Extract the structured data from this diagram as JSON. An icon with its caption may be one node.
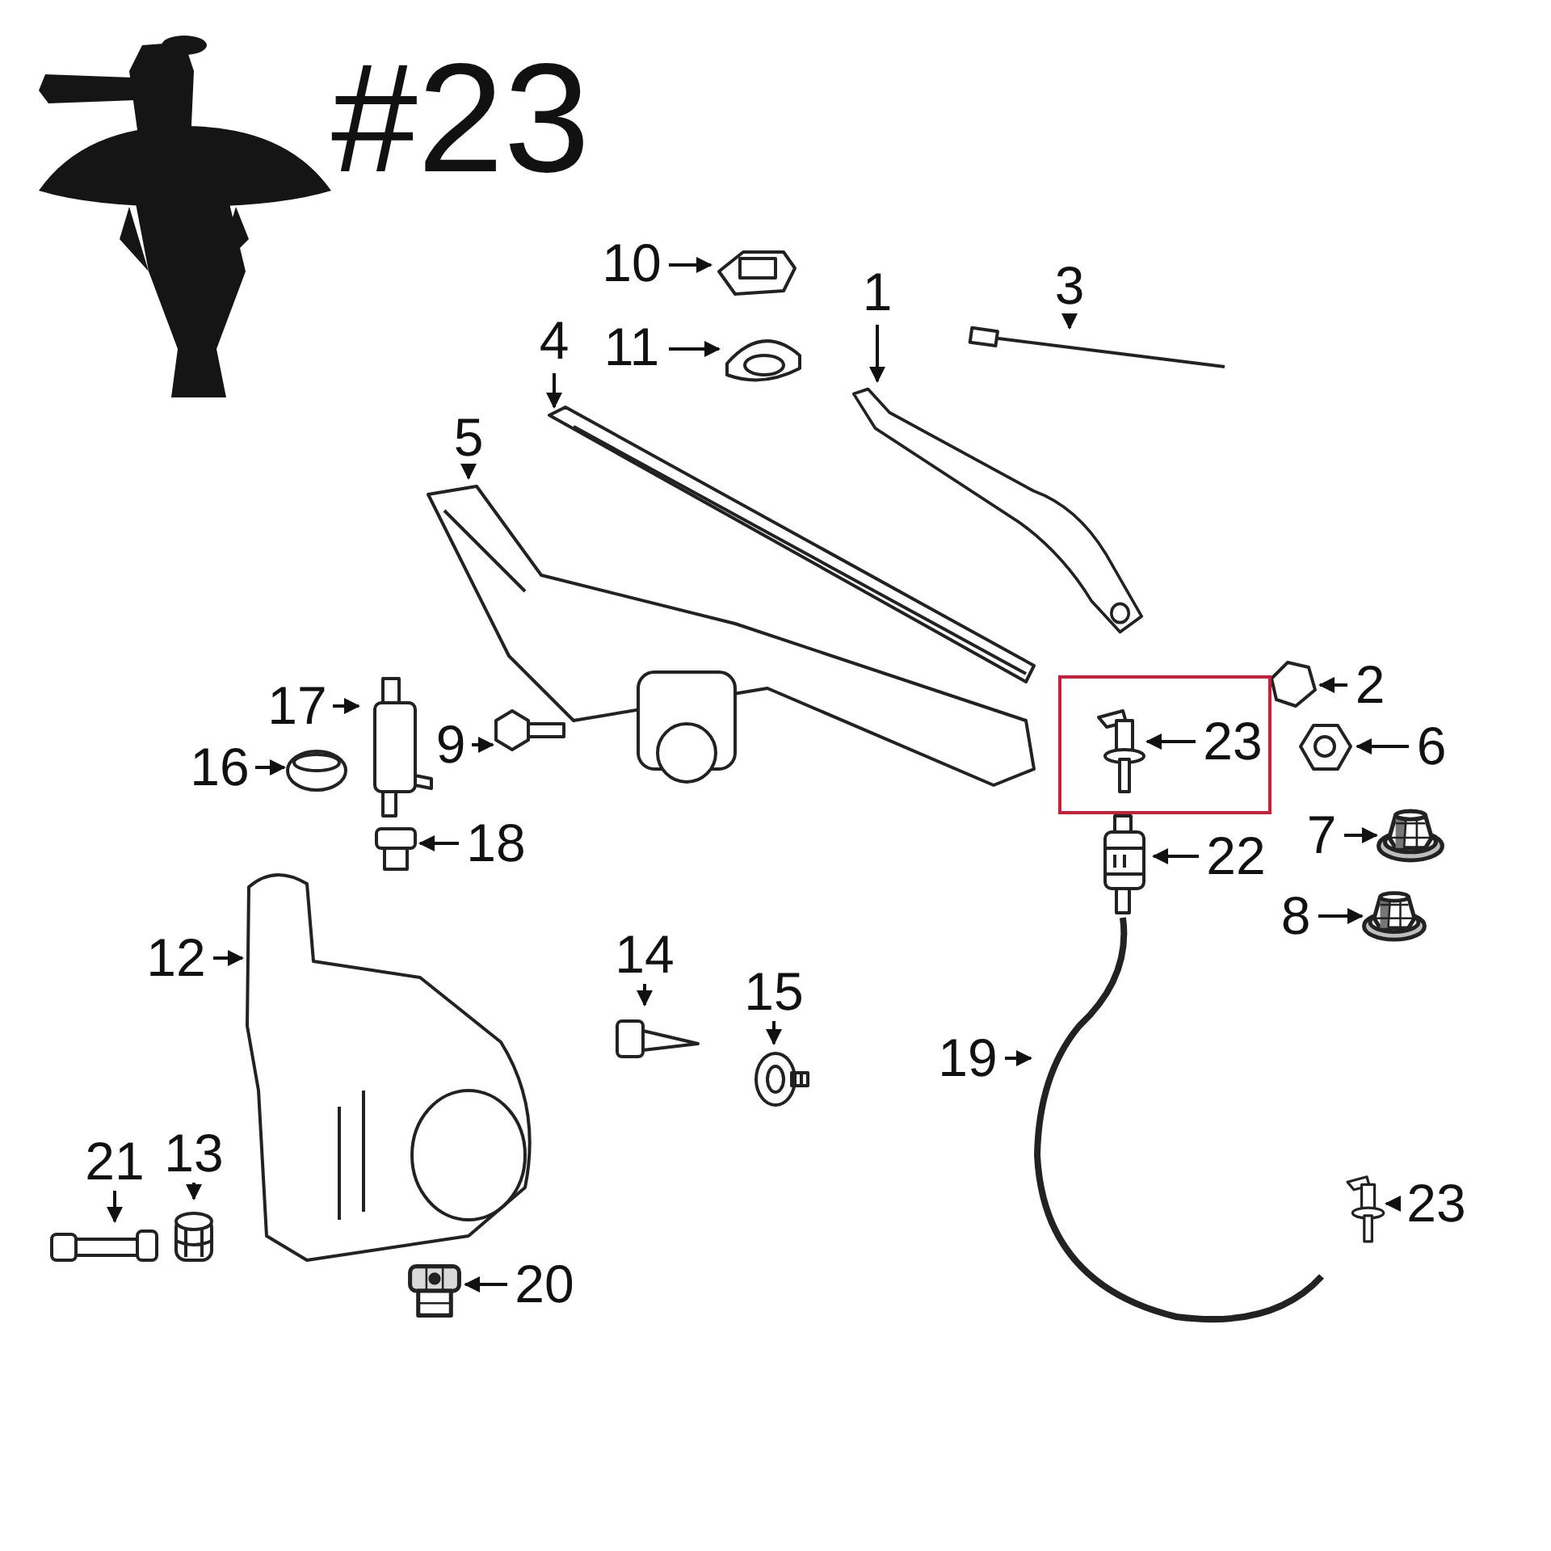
{
  "diagram": {
    "nodes": [
      {
        "text": [
          "10"
        ]
      },
      {
        "text": [],
        "shape": "picture"
      },
      {
        "text": [
          "11"
        ]
      },
      {
        "text": [],
        "shape": "picture"
      },
      {
        "text": [
          "1"
        ]
      },
      {
        "text": [],
        "shape": "picture"
      },
      {
        "text": [
          "3"
        ]
      },
      {
        "text": [],
        "shape": "picture"
      },
      {
        "text": [
          "4"
        ]
      },
      {
        "text": [],
        "shape": "picture"
      },
      {
        "text": [
          "5"
        ]
      },
      {
        "text": [],
        "shape": "picture"
      },
      {
        "text": [
          "17"
        ]
      },
      {
        "text": [],
        "shape": "picture"
      },
      {
        "text": [
          "16"
        ]
      },
      {
        "text": [],
        "shape": "picture"
      },
      {
        "text": [
          "9"
        ]
      },
      {
        "text": [],
        "shape": "picture"
      },
      {
        "text": [
          "18"
        ]
      },
      {
        "text": [],
        "shape": "picture"
      },
      {
        "text": [
          "2"
        ]
      },
      {
        "text": [],
        "shape": "picture"
      },
      {
        "text": [],
        "shape": "box"
      },
      {
        "text": [
          "23"
        ],
        "in": 22
      },
      {
        "text": [],
        "shape": "picture",
        "in": 22
      },
      {
        "text": [
          "6"
        ]
      },
      {
        "text": [],
        "shape": "picture"
      },
      {
        "text": [
          "22"
        ]
      },
      {
        "text": [],
        "shape": "picture"
      },
      {
        "text": [
          "7"
        ]
      },
      {
        "text": [],
        "shape": "picture"
      },
      {
        "text": [
          "8"
        ]
      },
      {
        "text": [],
        "shape": "picture"
      },
      {
        "text": [
          "12"
        ]
      },
      {
        "text": [],
        "shape": "picture"
      },
      {
        "text": [
          "14"
        ]
      },
      {
        "text": [],
        "shape": "picture"
      },
      {
        "text": [
          "15"
        ]
      },
      {
        "text": [],
        "shape": "picture"
      },
      {
        "text": [
          "19"
        ]
      },
      {
        "text": [],
        "shape": "picture"
      },
      {
        "text": [
          "21"
        ]
      },
      {
        "text": [],
        "shape": "picture"
      },
      {
        "text": [
          "13"
        ]
      },
      {
        "text": [],
        "shape": "picture"
      },
      {
        "text": [
          "20"
        ]
      },
      {
        "text": [],
        "shape": "picture"
      },
      {
        "text": [
          "23"
        ]
      },
      {
        "text": [],
        "shape": "picture"
      }
    ],
    "edges": [
      {
        "from": 0,
        "to": 1,
        "arrow": "to"
      },
      {
        "from": 2,
        "to": 3,
        "arrow": "to"
      },
      {
        "from": 4,
        "to": 5,
        "arrow": "to"
      },
      {
        "from": 6,
        "to": 7,
        "arrow": "to"
      },
      {
        "from": 8,
        "to": 9,
        "arrow": "to"
      },
      {
        "from": 10,
        "to": 11,
        "arrow": "to"
      },
      {
        "from": 12,
        "to": 13,
        "arrow": "to"
      },
      {
        "from": 14,
        "to": 15,
        "arrow": "to"
      },
      {
        "from": 16,
        "to": 17,
        "arrow": "to"
      },
      {
        "from": 18,
        "to": 19,
        "arrow": "to"
      },
      {
        "from": 20,
        "to": 21,
        "arrow": "to"
      },
      {
        "from": 23,
        "to": 24,
        "arrow": "to"
      },
      {
        "from": 25,
        "to": 26,
        "arrow": "to"
      },
      {
        "from": 27,
        "to": 28,
        "arrow": "to"
      },
      {
        "from": 29,
        "to": 30,
        "arrow": "to"
      },
      {
        "from": 31,
        "to": 32,
        "arrow": "to"
      },
      {
        "from": 33,
        "to": 34,
        "arrow": "to"
      },
      {
        "from": 35,
        "to": 36,
        "arrow": "to"
      },
      {
        "from": 37,
        "to": 38,
        "arrow": "to"
      },
      {
        "from": 39,
        "to": 40,
        "arrow": "to"
      },
      {
        "from": 41,
        "to": 42,
        "arrow": "to"
      },
      {
        "from": 43,
        "to": 44,
        "arrow": "to"
      },
      {
        "from": 45,
        "to": 46,
        "arrow": "to"
      },
      {
        "from": 47,
        "to": 48,
        "arrow": "to"
      }
    ],
    "labels": [
      "#23"
    ]
  }
}
